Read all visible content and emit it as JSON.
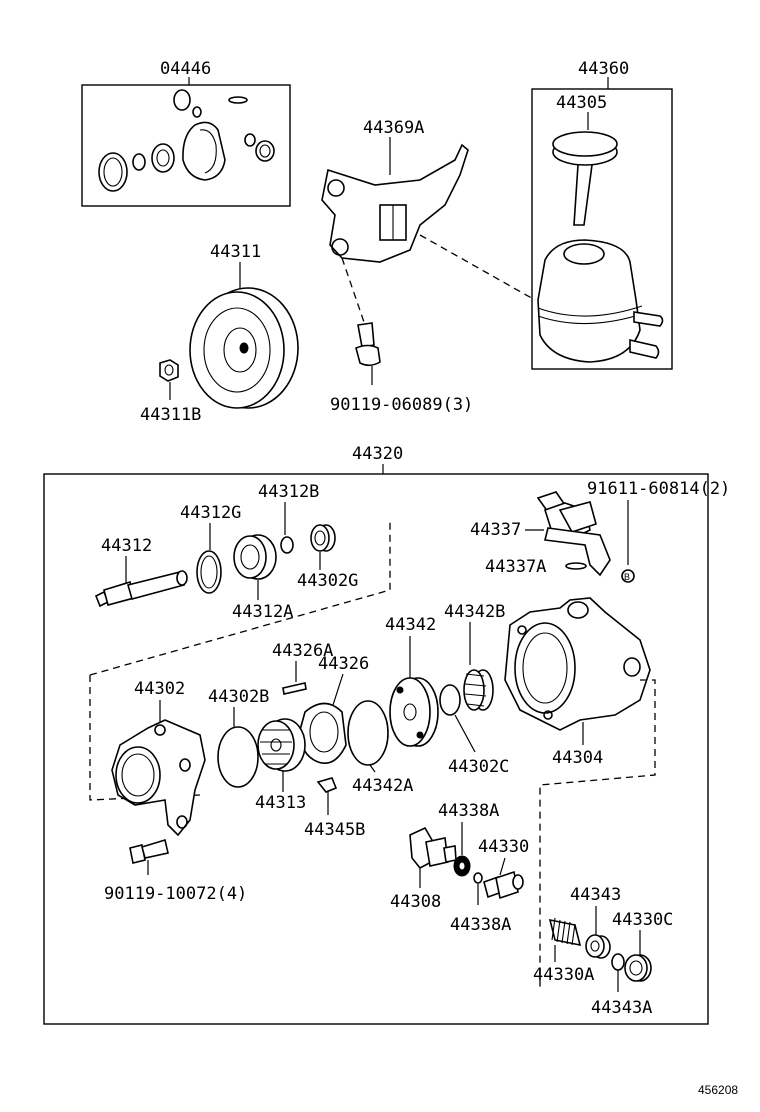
{
  "diagram": {
    "figure_id": "456208",
    "parts": {
      "p04446": "04446",
      "p44360": "44360",
      "p44305": "44305",
      "p44369A": "44369A",
      "p44311": "44311",
      "p44311B": "44311B",
      "p90119_06089": "90119-06089(3)",
      "p44320": "44320",
      "p44312B": "44312B",
      "p44312G": "44312G",
      "p44312": "44312",
      "p44302G": "44302G",
      "p44312A": "44312A",
      "p91611": "91611-60814(2)",
      "p44337": "44337",
      "p44337A": "44337A",
      "p44342B": "44342B",
      "p44342": "44342",
      "p44326A": "44326A",
      "p44326": "44326",
      "p44302": "44302",
      "p44302B": "44302B",
      "p44302C": "44302C",
      "p44304": "44304",
      "p44313": "44313",
      "p44342A": "44342A",
      "p44345B": "44345B",
      "p44338A_top": "44338A",
      "p44330": "44330",
      "p44308": "44308",
      "p44338A_bot": "44338A",
      "p44343": "44343",
      "p44330C": "44330C",
      "p44330A": "44330A",
      "p44343A": "44343A",
      "p90119_10072": "90119-10072(4)",
      "circle_b": "B"
    }
  }
}
